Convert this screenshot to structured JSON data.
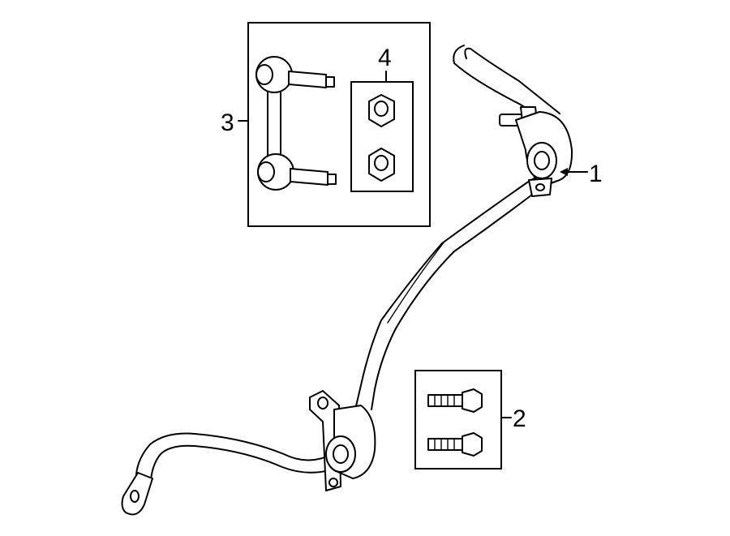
{
  "callouts": {
    "c1": "1",
    "c2": "2",
    "c3": "3",
    "c4": "4"
  },
  "parts": [
    {
      "number": "1",
      "part": "stabilizer-bar"
    },
    {
      "number": "2",
      "part": "bolts"
    },
    {
      "number": "3",
      "part": "sway-bar-link"
    },
    {
      "number": "4",
      "part": "link-nuts"
    }
  ],
  "colors": {
    "line": "#000000",
    "background": "#ffffff"
  }
}
